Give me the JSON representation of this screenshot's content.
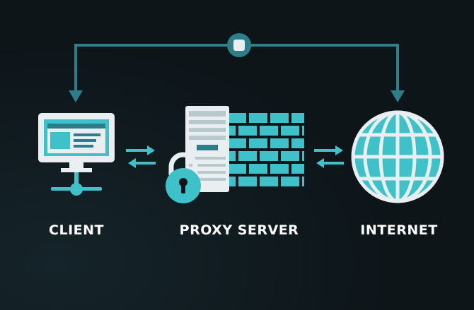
{
  "labels": {
    "client": "CLIENT",
    "proxy": "PROXY SERVER",
    "internet": "INTERNET"
  },
  "icons": {
    "client": "computer-monitor-icon",
    "proxy_server": "server-tower-icon",
    "firewall": "brick-firewall-icon",
    "lock": "padlock-icon",
    "internet": "globe-icon",
    "node": "square-node-icon"
  },
  "colors": {
    "background": "#0d1519",
    "accent": "#3fc1c9",
    "line": "#2c7f89",
    "light": "#e9eff1",
    "label": "#ffffff"
  }
}
